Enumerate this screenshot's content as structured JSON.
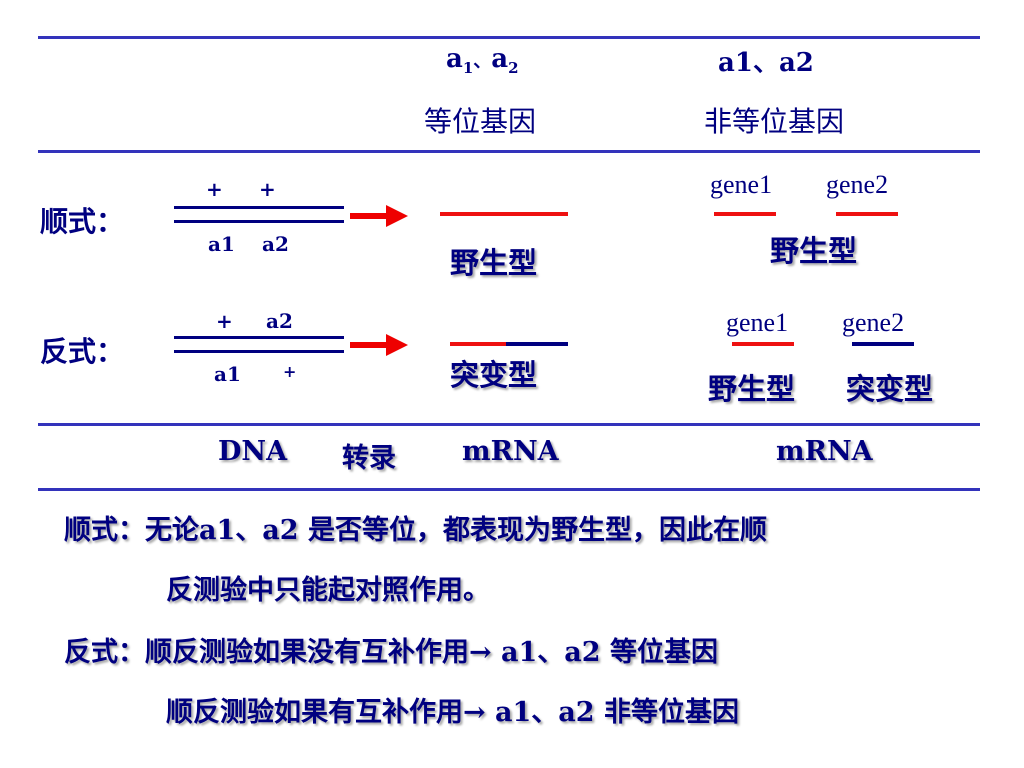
{
  "header": {
    "col1_line1_a": "a",
    "col1_sub1": "1",
    "col1_sep": "、",
    "col1_line1_b": "a",
    "col1_sub2": "2",
    "col1_line2": "等位基因",
    "col2_line1": "a1、a2",
    "col2_line2": "非等位基因"
  },
  "cis": {
    "label": "顺式：",
    "top_plus1": "+",
    "top_plus2": "+",
    "bot_a1": "a1",
    "bot_a2": "a2",
    "allelic_result": "野生型",
    "gene1": "gene1",
    "gene2": "gene2",
    "nonallelic_result": "野生型"
  },
  "trans": {
    "label": "反式：",
    "top_plus": "+",
    "top_a2": "a2",
    "bot_a1": "a1",
    "bot_plus": "+",
    "allelic_result": "突变型",
    "gene1": "gene1",
    "gene2": "gene2",
    "nonallelic_result1": "野生型",
    "nonallelic_result2": "突变型"
  },
  "footer_row": {
    "dna": "DNA",
    "transcribe": "转录",
    "mrna1": "mRNA",
    "mrna2": "mRNA"
  },
  "summary": {
    "line1": "顺式：无论a1、a2 是否等位，都表现为野生型，因此在顺",
    "line2": "反测验中只能起对照作用。",
    "line3": "反式：顺反测验如果没有互补作用→ a1、a2 等位基因",
    "line4": "顺反测验如果有互补作用→ a1、a2 非等位基因"
  },
  "colors": {
    "wild": "#ee1111",
    "mutant": "#000080",
    "rule": "#3333bb",
    "arrow": "#ee0000"
  }
}
